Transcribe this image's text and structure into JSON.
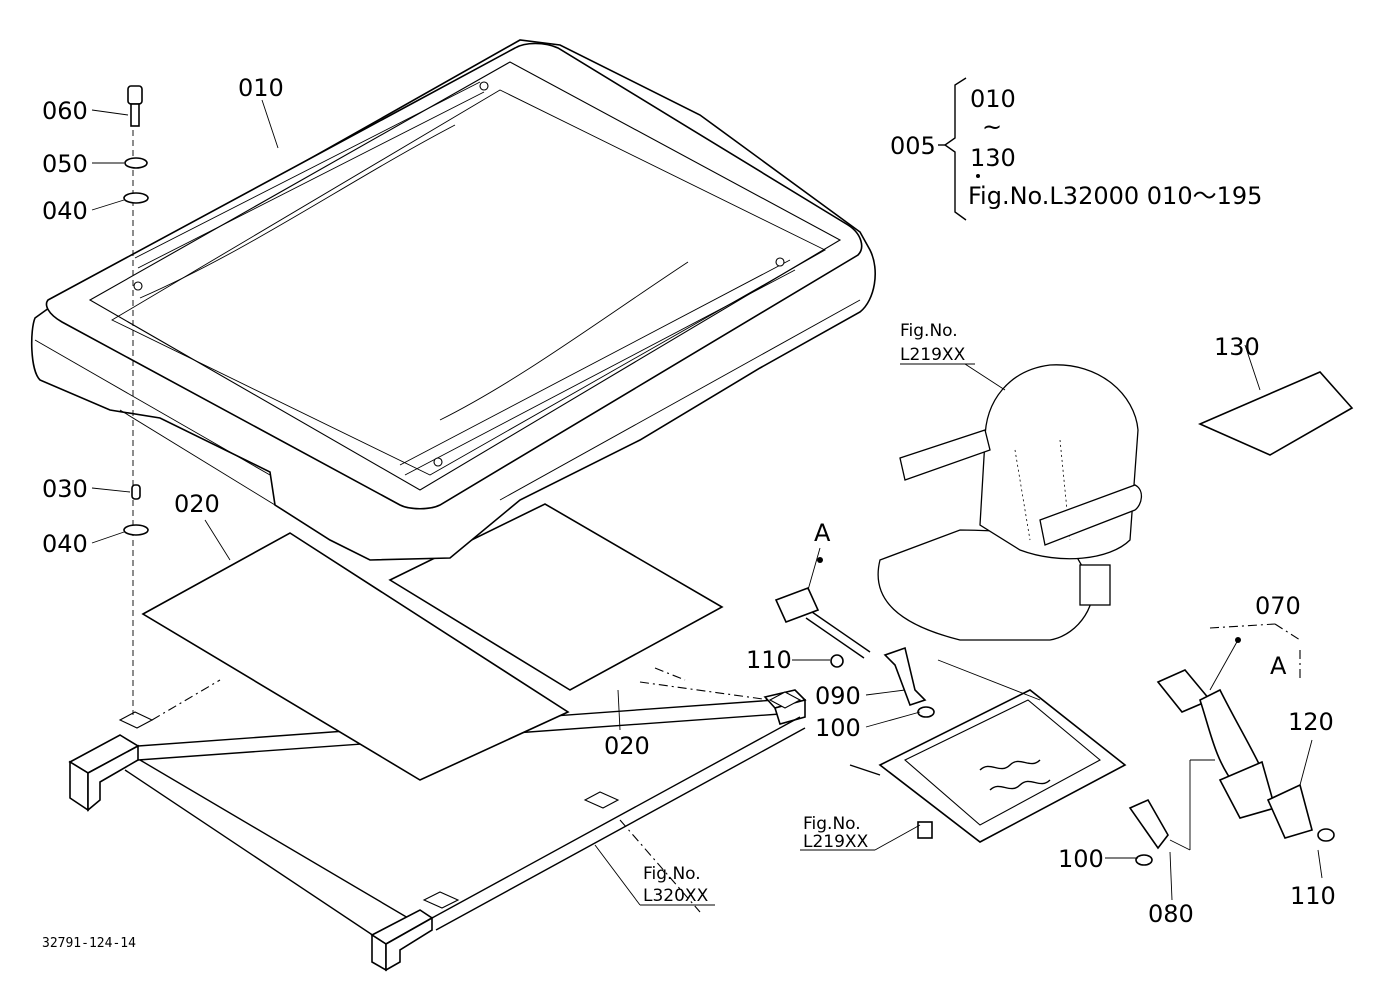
{
  "callouts": {
    "p060": "060",
    "p050": "050",
    "p040a": "040",
    "p040b": "040",
    "p030": "030",
    "p010": "010",
    "p020a": "020",
    "p020b": "020",
    "p005": "005",
    "p110a": "110",
    "p090": "090",
    "p100a": "100",
    "p100b": "100",
    "p080": "080",
    "p070": "070",
    "p120": "120",
    "p110b": "110",
    "p130": "130",
    "refA1": "A",
    "refA2": "A"
  },
  "group_005": {
    "from": "010",
    "tilde": "~",
    "to": "130",
    "figref": "Fig.No.L32000 010〜195"
  },
  "figrefs": {
    "seat_top_line1": "Fig.No.",
    "seat_top_line2": "L219XX",
    "slider_line1": "Fig.No.",
    "slider_line2": "L219XX",
    "frame_line1": "Fig.No.",
    "frame_line2": "L320XX"
  },
  "drawing_number": "32791-124-14"
}
